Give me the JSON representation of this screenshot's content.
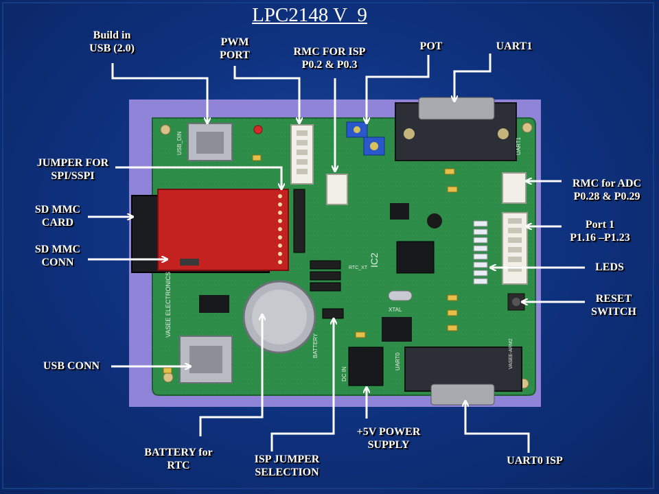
{
  "title": "LPC2148 V_9",
  "labels": {
    "usb_build": "Build in\nUSB (2.0)",
    "pwm_port": "PWM\nPORT",
    "rmc_isp": "RMC FOR ISP\nP0.2 & P0.3",
    "pot": "POT",
    "uart1": "UART1",
    "jumper_spi": "JUMPER FOR\nSPI/SSPI",
    "sd_card": "SD MMC\nCARD",
    "sd_conn": "SD MMC\nCONN",
    "usb_conn": "USB  CONN",
    "battery_rtc": "BATTERY  for\nRTC",
    "isp_jumper": "ISP JUMPER\nSELECTION",
    "power_supply": "+5V POWER\nSUPPLY",
    "uart0_isp": "UART0 ISP",
    "rmc_adc": "RMC for ADC\nP0.28 & P0.29",
    "port1": "Port 1\nP1.16 –P1.23",
    "leds": "LEDS",
    "reset_switch": "RESET\nSWITCH"
  },
  "board_texts": {
    "vasee_electronics": "VASEE ELECTRONICS",
    "usb_din": "USB_DIN",
    "ic2": "IC2",
    "dc_in": "DC IN",
    "battery_silk": "BATTERY",
    "uart0_silk": "UART0",
    "uart1_silk": "UART1",
    "xtal": "XTAL",
    "rtc_xtal": "RTC_XT",
    "brand_code": "VASEE-ARM2"
  },
  "colors": {
    "slide_background": "#0f3381",
    "board_panel": "#8f84d8",
    "pcb_green": "#2c8a45",
    "sd_socket_red": "#c42121",
    "label_text": "#ffffff",
    "arrow": "#ffffff"
  }
}
